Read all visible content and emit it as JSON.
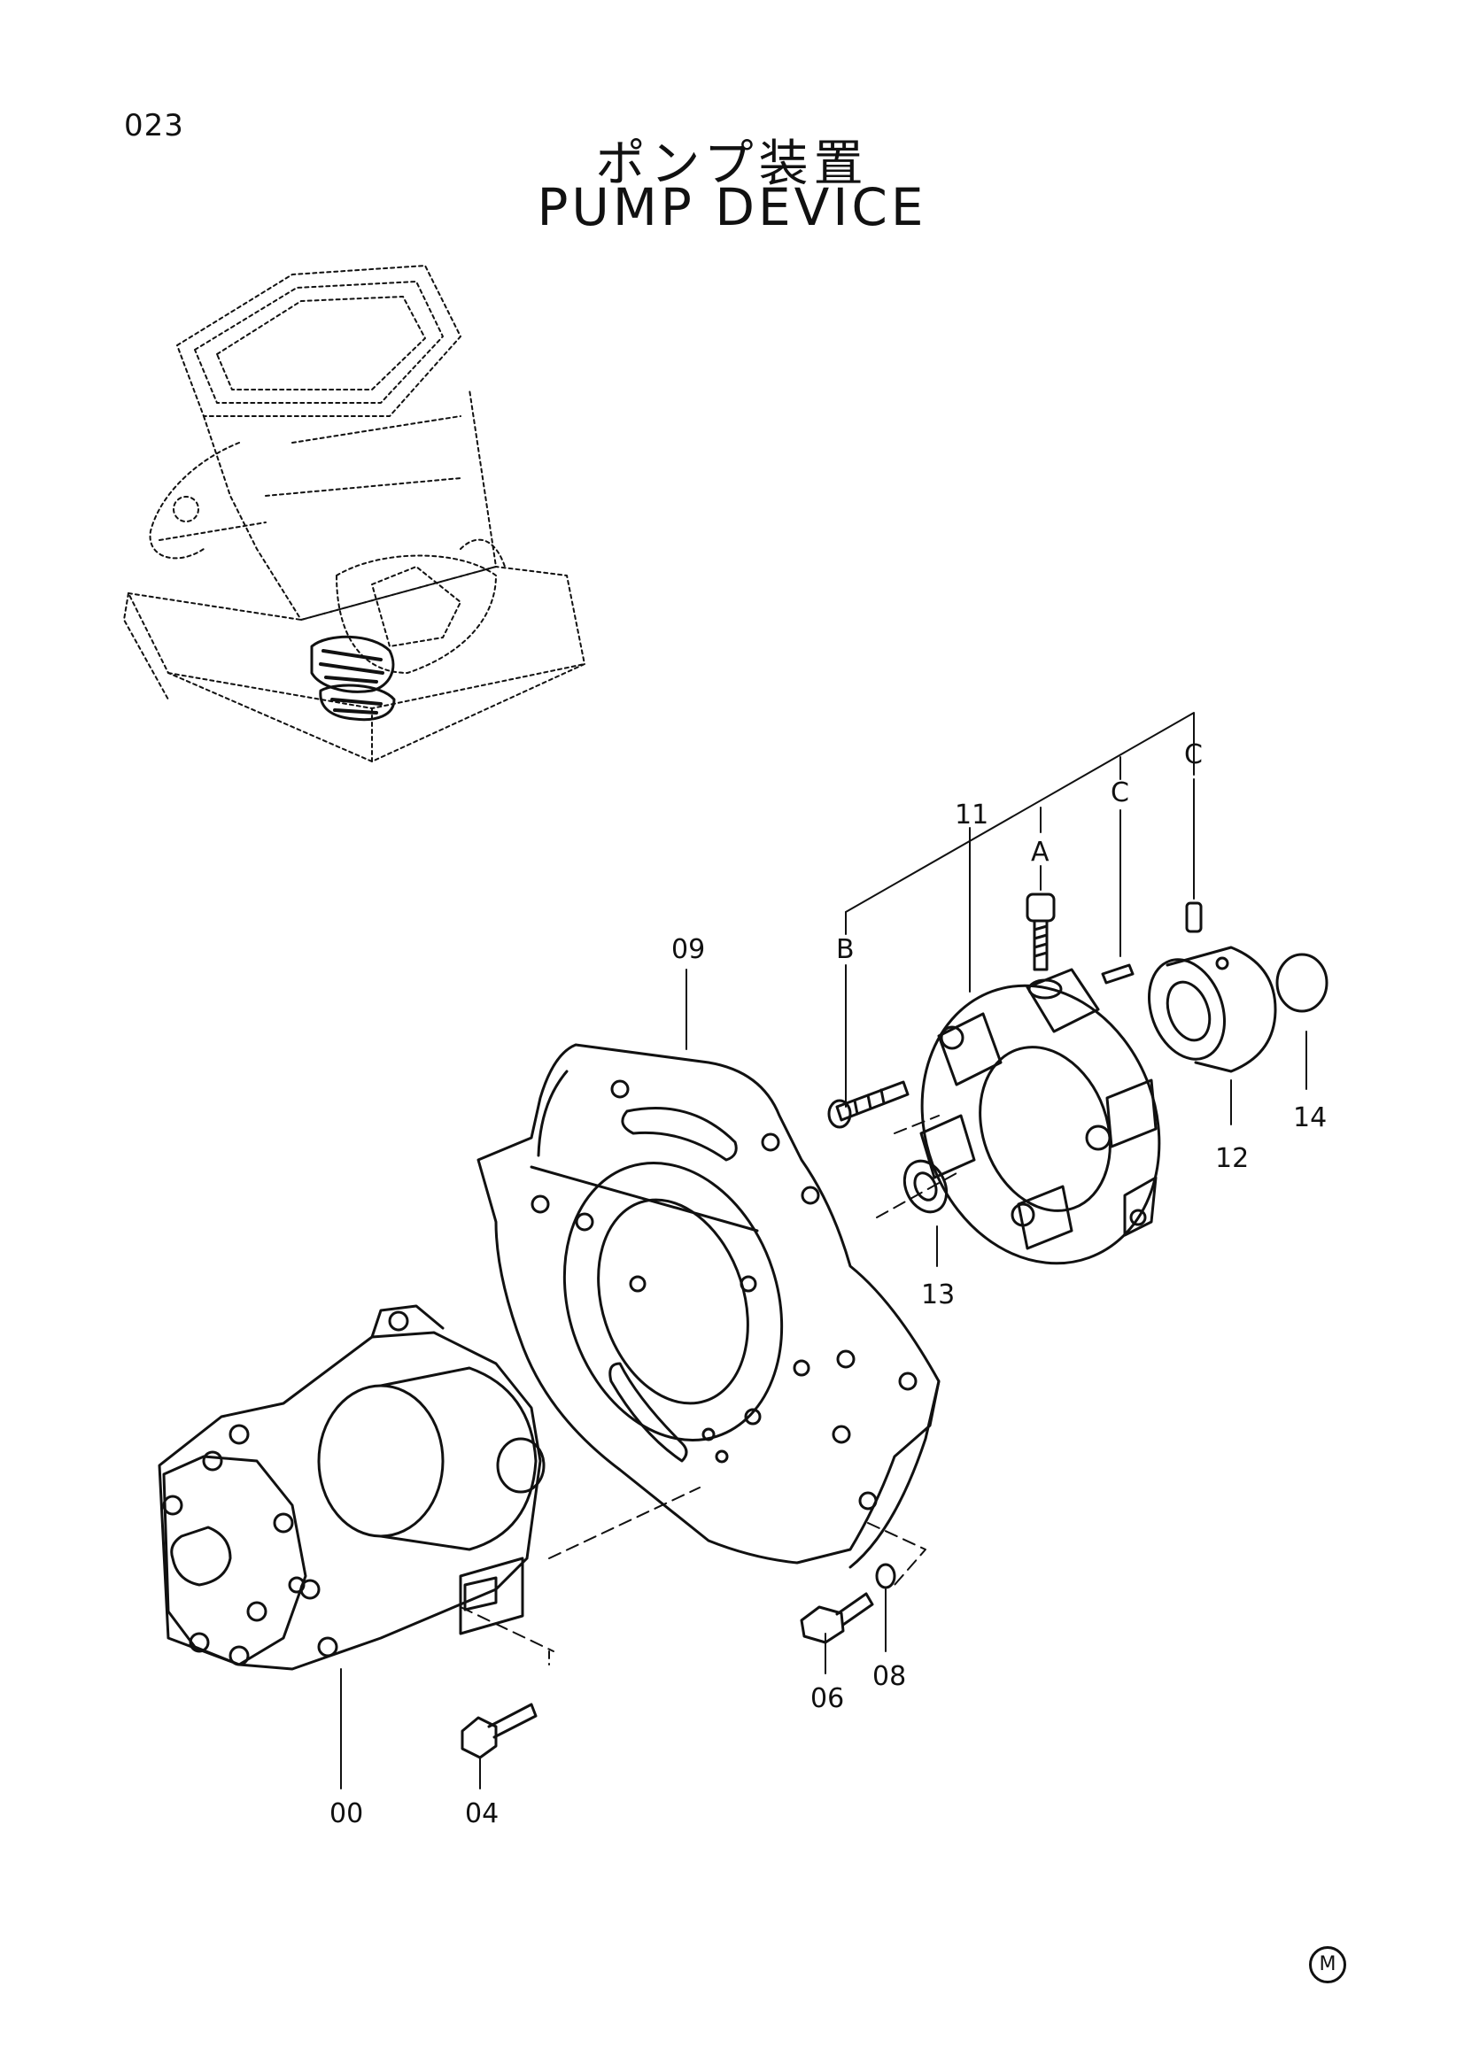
{
  "page": {
    "number": "023"
  },
  "title": {
    "ja": "ポンプ装置",
    "en": "PUMP DEVICE"
  },
  "callouts": {
    "p00": "00",
    "p04": "04",
    "p06": "06",
    "p08": "08",
    "p09": "09",
    "p11": "11",
    "p12": "12",
    "p13": "13",
    "p14": "14",
    "refA": "A",
    "refB": "B",
    "refC1": "C",
    "refC2": "C"
  },
  "mark": "M"
}
